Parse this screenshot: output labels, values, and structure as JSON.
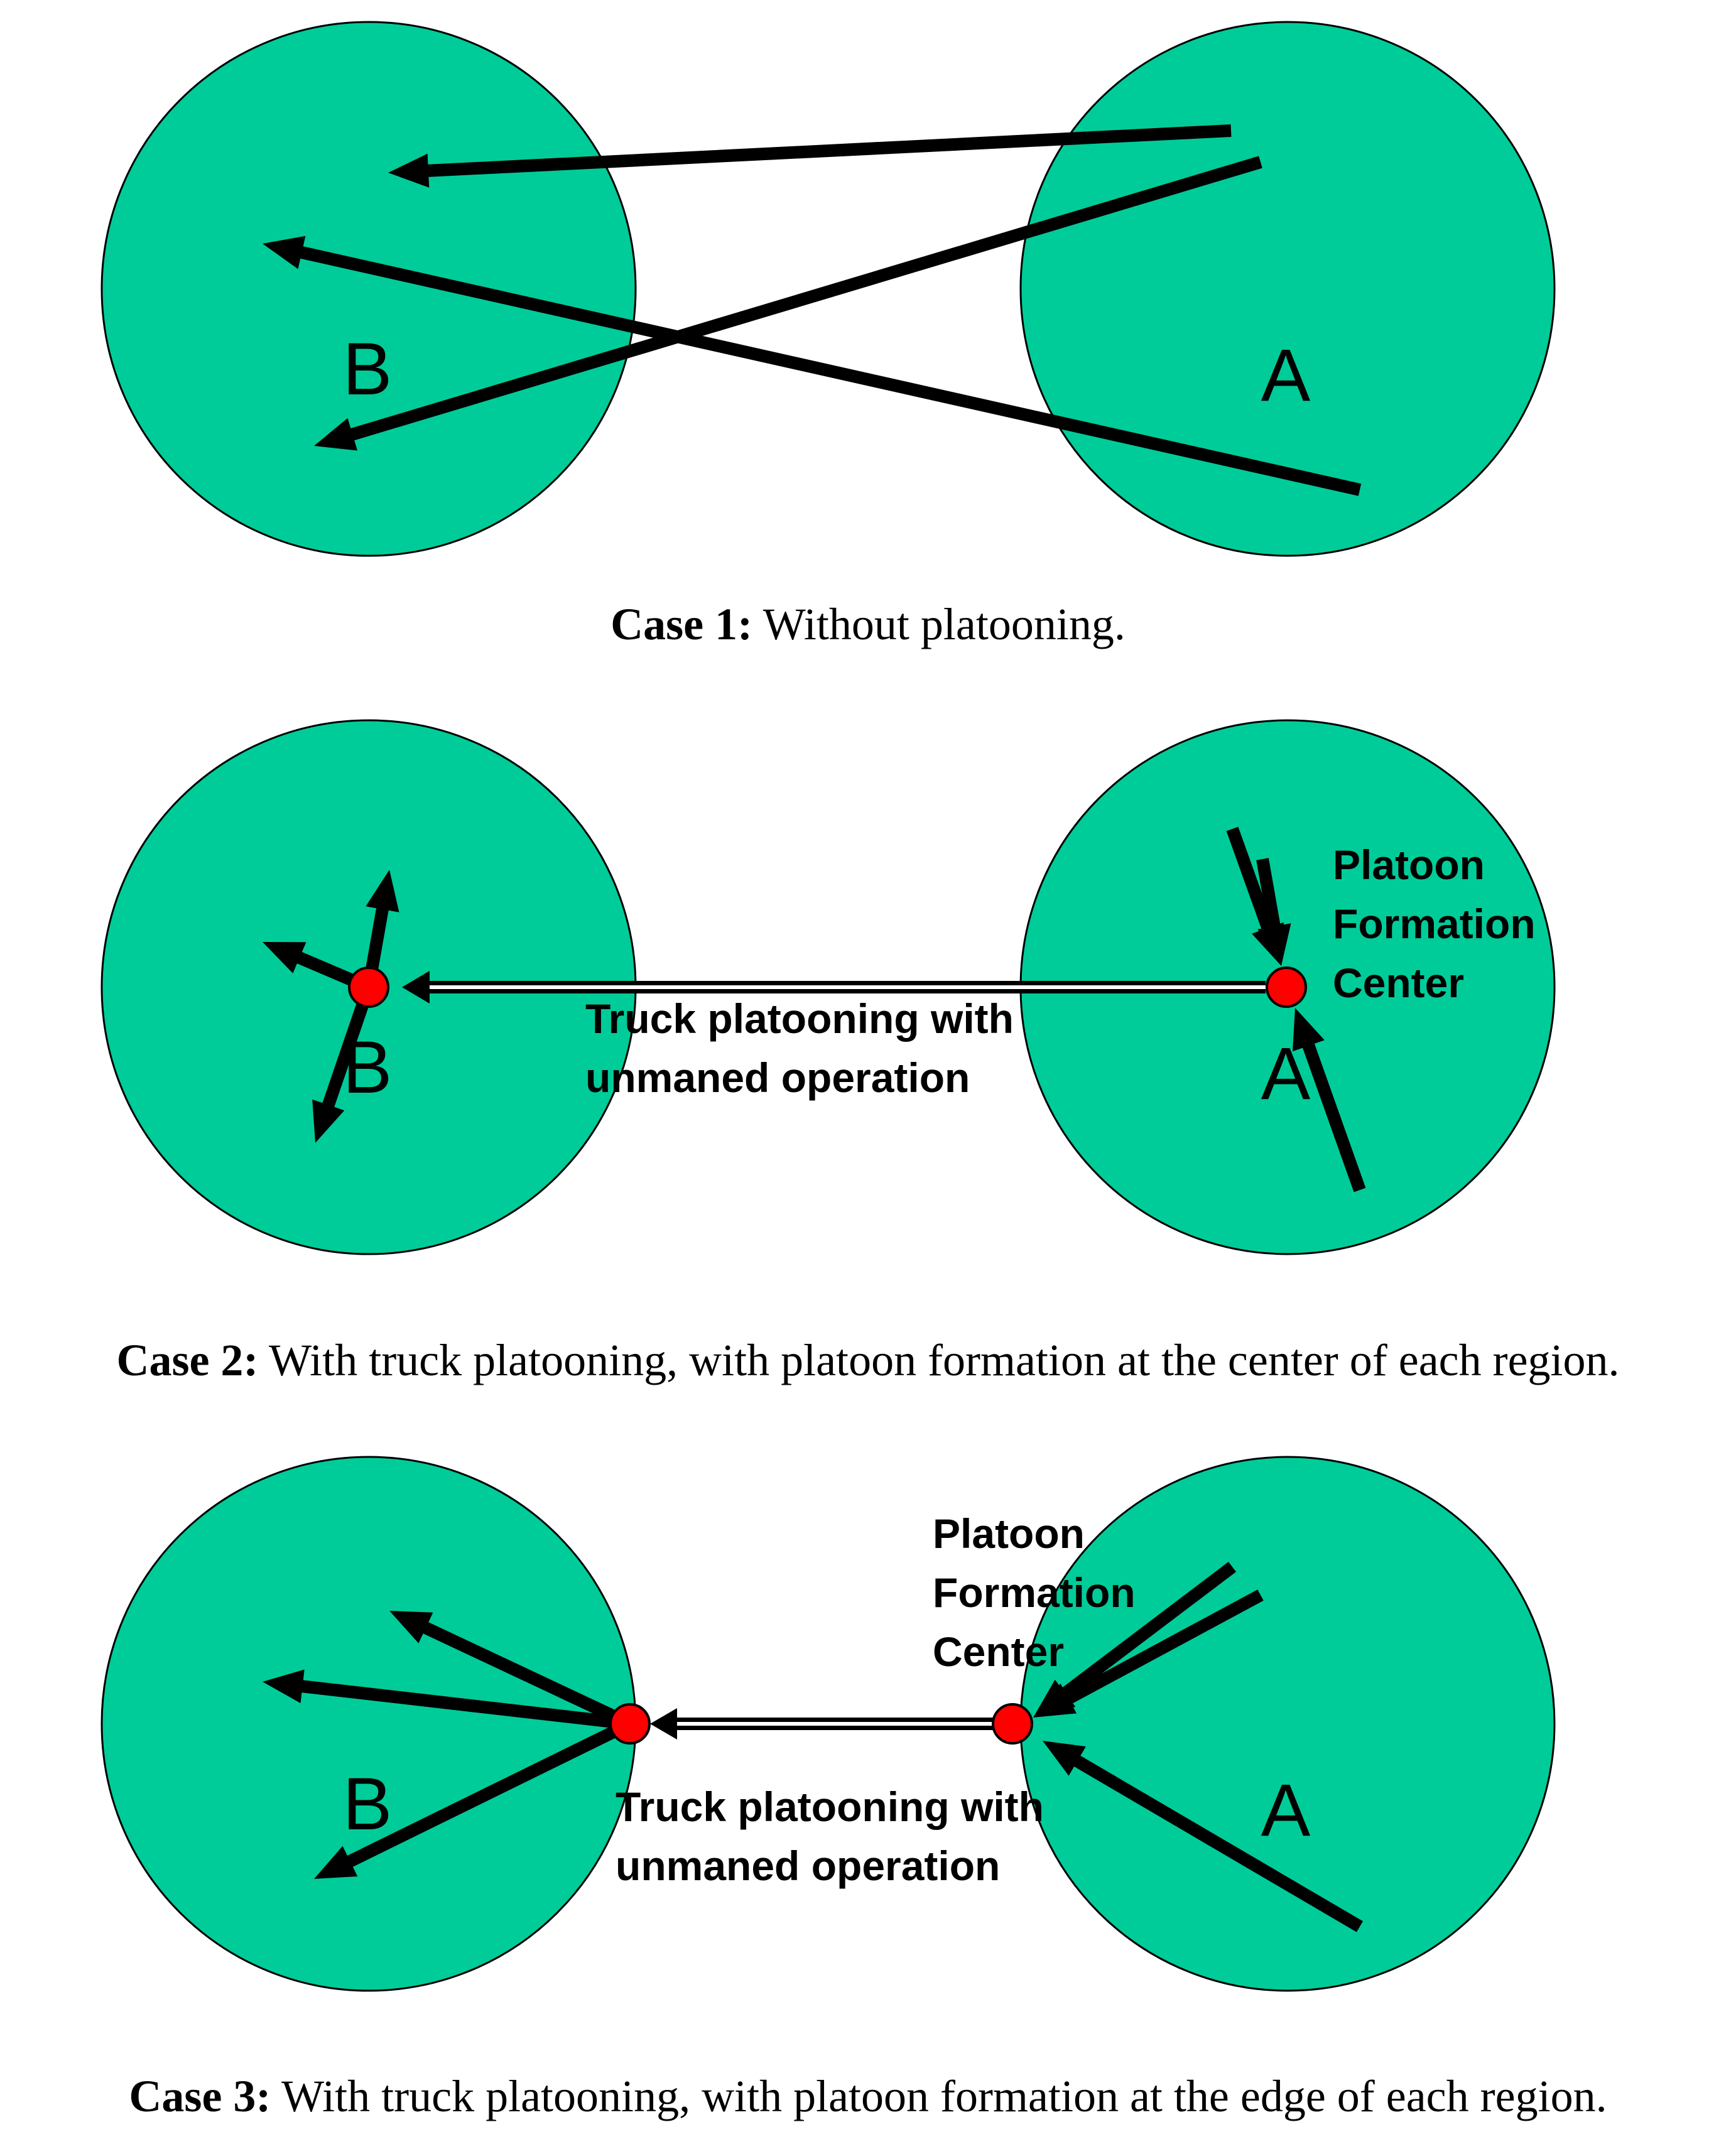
{
  "panels": [
    {
      "id": "case1",
      "region_left": "B",
      "region_right": "A",
      "caption_label": "Case 1:",
      "caption_text": " Without platooning."
    },
    {
      "id": "case2",
      "region_left": "B",
      "region_right": "A",
      "platoon_label": [
        "Platoon",
        "Formation",
        "Center"
      ],
      "route_label": [
        "Truck platooning with",
        "unmaned operation"
      ],
      "caption_label": "Case 2:",
      "caption_text": " With truck platooning, with platoon formation at the center of each region."
    },
    {
      "id": "case3",
      "region_left": "B",
      "region_right": "A",
      "platoon_label": [
        "Platoon",
        "Formation",
        "Center"
      ],
      "route_label": [
        "Truck platooning with",
        "unmaned operation"
      ],
      "caption_label": "Case 3:",
      "caption_text": " With truck platooning, with platoon formation at the edge of each region."
    }
  ],
  "colors": {
    "region_fill": "#00cc99",
    "formation_center": "#ff0000",
    "arrow": "#000000"
  }
}
